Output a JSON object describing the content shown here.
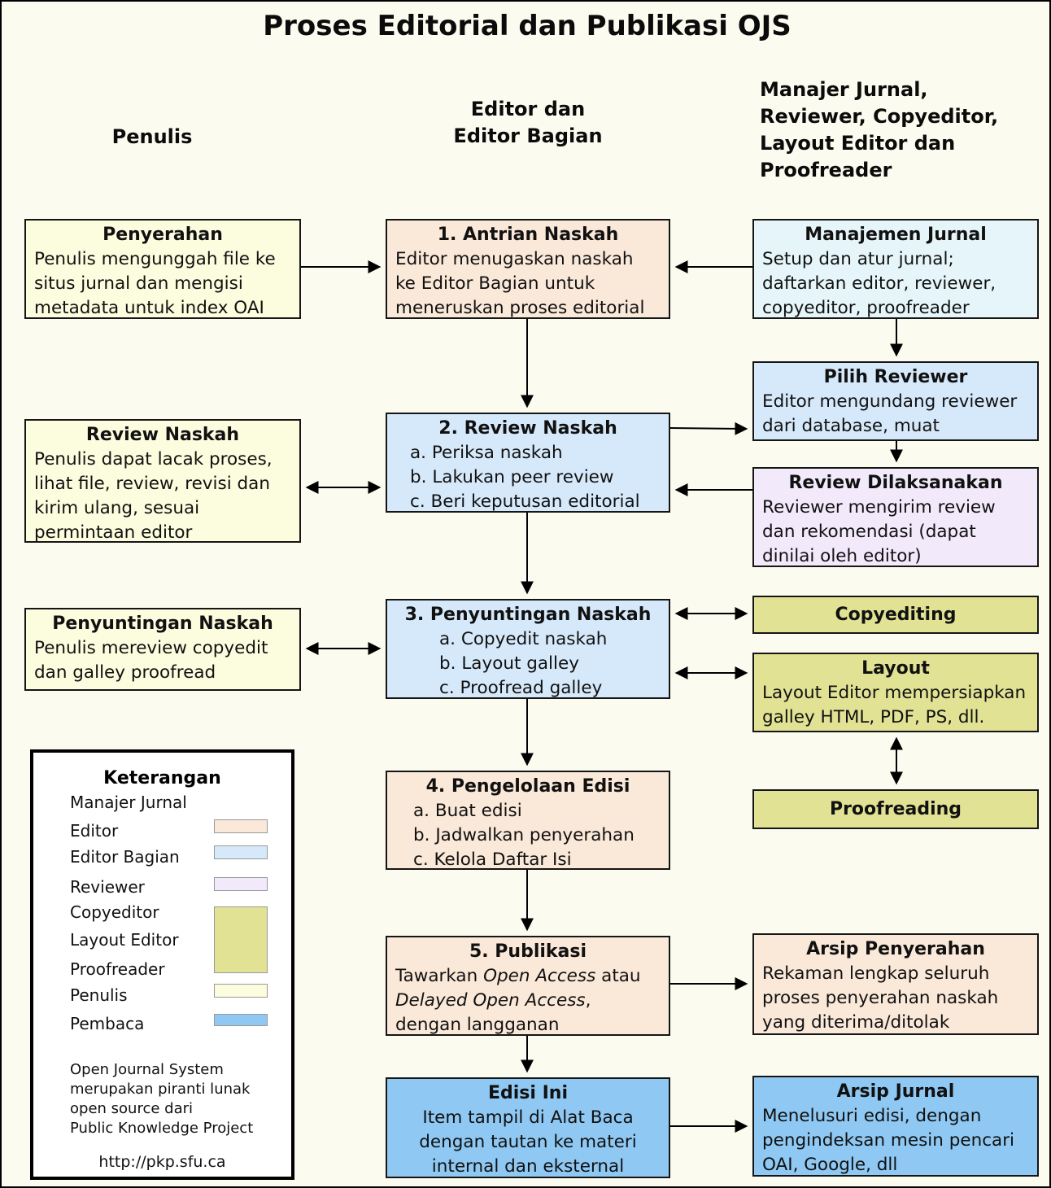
{
  "title": "Proses Editorial dan Publikasi OJS",
  "columns": {
    "penulis": "Penulis",
    "editor": "Editor dan\nEditor Bagian",
    "manajer": "Manajer Jurnal,\nReviewer, Copyeditor,\nLayout Editor dan\nProofreader"
  },
  "boxes": {
    "penyerahan": {
      "title": "Penyerahan",
      "body": "Penulis mengunggah file ke\nsitus jurnal dan mengisi\nmetadata untuk index OAI"
    },
    "antrian": {
      "title": "1. Antrian Naskah",
      "body": "Editor menugaskan naskah\nke Editor Bagian untuk\nmeneruskan proses editorial"
    },
    "manajemen": {
      "title": "Manajemen Jurnal",
      "body": "Setup dan atur jurnal;\ndaftarkan editor, reviewer,\ncopyeditor, proofreader"
    },
    "pilih_reviewer": {
      "title": "Pilih Reviewer",
      "body": "Editor mengundang reviewer\ndari database, muat"
    },
    "review_naskah_penulis": {
      "title": "Review Naskah",
      "body": "Penulis dapat lacak proses,\nlihat file, review, revisi dan\nkirim ulang, sesuai\npermintaan editor"
    },
    "review_naskah": {
      "title": "2. Review Naskah",
      "body": "a. Periksa naskah\nb. Lakukan peer review\nc. Beri keputusan editorial"
    },
    "review_dilaksanakan": {
      "title": "Review Dilaksanakan",
      "body": "Reviewer mengirim review\ndan rekomendasi (dapat\ndinilai oleh editor)"
    },
    "penyuntingan_penulis": {
      "title": "Penyuntingan Naskah",
      "body": "Penulis mereview copyedit\ndan galley proofread"
    },
    "penyuntingan": {
      "title": "3. Penyuntingan Naskah",
      "body": "a. Copyedit naskah\nb. Layout galley\nc. Proofread galley"
    },
    "copyediting": {
      "title": "Copyediting"
    },
    "layout": {
      "title": "Layout",
      "body": "Layout Editor mempersiapkan\ngalley HTML, PDF, PS, dll."
    },
    "pengelolaan": {
      "title": "4. Pengelolaan Edisi",
      "body": "a. Buat edisi\nb. Jadwalkan penyerahan\nc. Kelola Daftar Isi"
    },
    "proofreading": {
      "title": "Proofreading"
    },
    "publikasi": {
      "title": "5. Publikasi",
      "p1": "Tawarkan ",
      "p2": "Open Access",
      "p3": " atau\n",
      "p4": "Delayed Open Access",
      "p5": ",\ndengan langganan"
    },
    "arsip_penyerahan": {
      "title": "Arsip Penyerahan",
      "body": "Rekaman lengkap seluruh\nproses penyerahan naskah\nyang diterima/ditolak"
    },
    "edisi_ini": {
      "title": "Edisi Ini",
      "body": "Item tampil di Alat Baca\ndengan tautan ke materi\ninternal dan eksternal"
    },
    "arsip_jurnal": {
      "title": "Arsip Jurnal",
      "body": "Menelusuri edisi, dengan\npengindeksan mesin pencari\nOAI, Google, dll"
    }
  },
  "legend": {
    "title": "Keterangan",
    "items": {
      "manajer": "Manajer Jurnal",
      "editor": "Editor",
      "editor_bagian": "Editor Bagian",
      "reviewer": "Reviewer",
      "copyeditor": "Copyeditor",
      "layout_editor": "Layout Editor",
      "proofreader": "Proofreader",
      "penulis": "Penulis",
      "pembaca": "Pembaca"
    },
    "footer": "Open Journal System\nmerupakan piranti lunak\nopen source dari\nPublic Knowledge Project",
    "url": "http://pkp.sfu.ca"
  },
  "colors": {
    "bg": "#fbfbef",
    "penulis_box": "#fcfcde",
    "editor_box": "#fae8d8",
    "editor_bagian_box": "#d6e9fb",
    "manajer_box": "#e6f5f9",
    "reviewer_box": "#f2e9fb",
    "khaki_box": "#e1e294",
    "pembaca_box": "#8fc8f2",
    "legend_bg": "#ffffff"
  }
}
